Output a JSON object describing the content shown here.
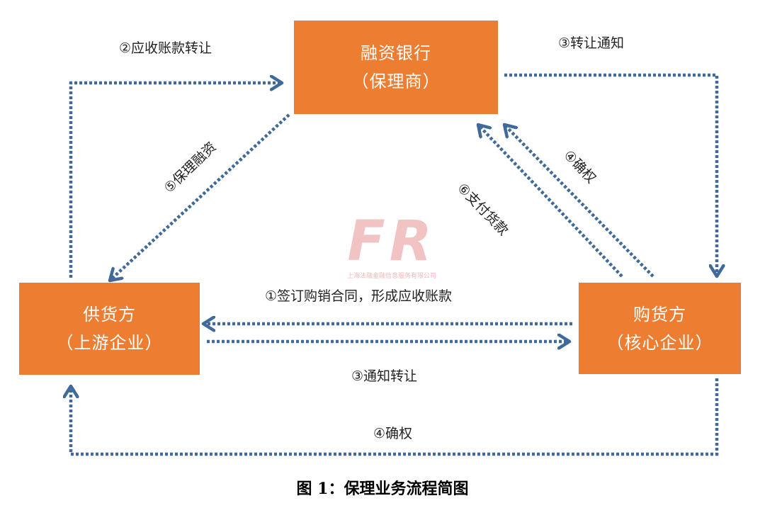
{
  "nodes": {
    "bank": {
      "line1": "融资银行",
      "line2": "（保理商）"
    },
    "supplier": {
      "line1": "供货方",
      "line2": "（上游企业）"
    },
    "buyer": {
      "line1": "购货方",
      "line2": "（核心企业）"
    }
  },
  "edges": {
    "sign_contract": "①签订购销合同，形成应收账款",
    "transfer_receivable": "②应收账款转让",
    "transfer_notice_bank": "③转让通知",
    "transfer_notice_supplier": "③通知转让",
    "confirm_bank": "④确权",
    "confirm_supplier": "④确权",
    "factoring_financing": "⑤保理融资",
    "pay_goods": "⑥支付货款"
  },
  "caption": "图 1：保理业务流程简图",
  "watermark": {
    "letters": "FR",
    "company": "上海法融金融信息服务有限公司"
  },
  "colors": {
    "box": "#ED7D31",
    "arrow": "#3F6A99",
    "text": "#222222"
  }
}
